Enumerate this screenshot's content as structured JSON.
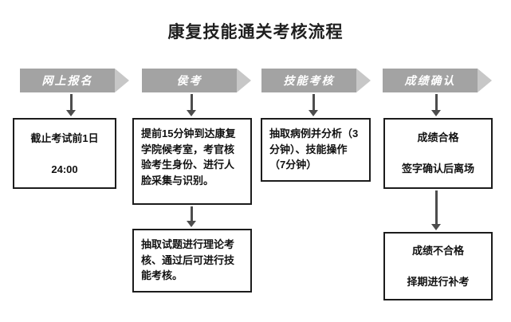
{
  "title": "康复技能通关考核流程",
  "steps": [
    {
      "label": "网上报名"
    },
    {
      "label": "侯考"
    },
    {
      "label": "技能考核"
    },
    {
      "label": "成绩确认"
    }
  ],
  "boxes": {
    "registration_deadline": "截止考试前1日\n\n24:00",
    "waiting_room": "提前15分钟到达康复学院候考室，考官核验考生身份、进行人脸采集与识别。",
    "theory_test": "抽取试题进行理论考核、通过后可进行技能考核。",
    "skill_test": "抽取病例并分析（3分钟）、技能操作（7分钟）",
    "pass_result": "成绩合格\n\n签字确认后离场",
    "fail_result": "成绩不合格\n\n择期进行补考"
  },
  "colors": {
    "banner_fill": "#a3a3a3",
    "banner_tip": "#c7c7c7",
    "connector": "#4d4d4d",
    "box_border": "#1c1c1c",
    "text": "#111111",
    "background": "#ffffff"
  }
}
